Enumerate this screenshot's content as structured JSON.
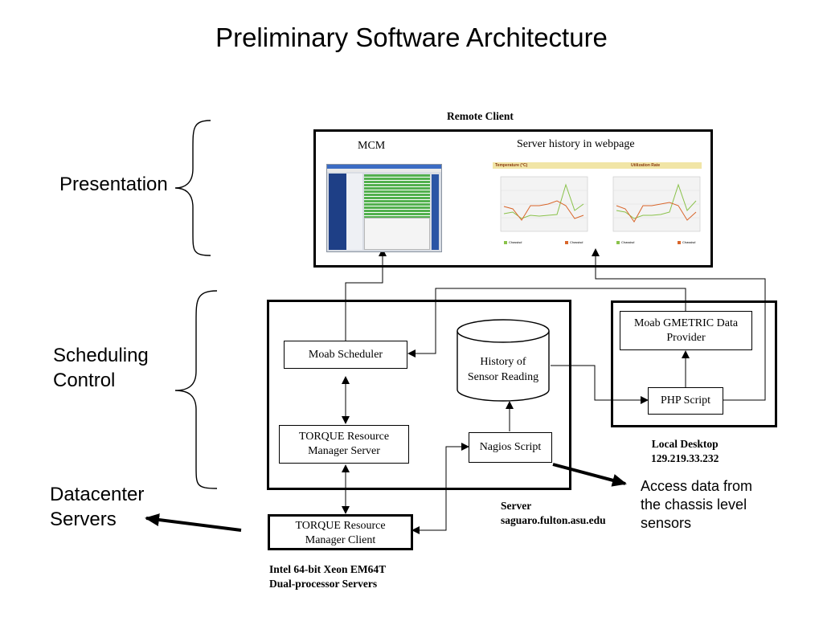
{
  "title": "Preliminary Software Architecture",
  "layers": {
    "presentation": "Presentation",
    "scheduling_line1": "Scheduling",
    "scheduling_line2": "Control",
    "datacenter_line1": "Datacenter",
    "datacenter_line2": "Servers"
  },
  "remote_client": {
    "label": "Remote Client",
    "mcm_label": "MCM",
    "webpage_label": "Server history in webpage",
    "chart_titles": [
      "Temperature (°C)",
      "Utilization Rate"
    ],
    "legend": [
      "Chassis#",
      "Chassis#"
    ]
  },
  "server": {
    "moab_scheduler": "Moab Scheduler",
    "torque_server_line1": "TORQUE Resource",
    "torque_server_line2": "Manager Server",
    "history_line1": "History of",
    "history_line2": "Sensor Reading",
    "nagios": "Nagios Script",
    "label_line1": "Server",
    "label_line2": "saguaro.fulton.asu.edu"
  },
  "desktop": {
    "gmetric_line1": "Moab GMETRIC Data",
    "gmetric_line2": "Provider",
    "php": "PHP Script",
    "label_line1": "Local Desktop",
    "label_line2": "129.219.33.232"
  },
  "client": {
    "torque_client_line1": "TORQUE Resource",
    "torque_client_line2": "Manager Client",
    "label_line1": "Intel 64-bit Xeon EM64T",
    "label_line2": "Dual-processor Servers"
  },
  "access_note": {
    "line1": "Access data from",
    "line2": "the chassis level",
    "line3": "sensors"
  }
}
